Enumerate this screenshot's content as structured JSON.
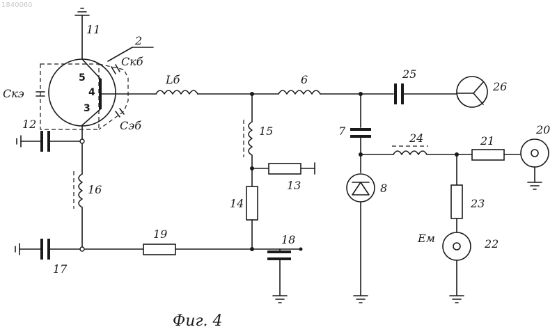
{
  "figure": {
    "corner_code": "1840060",
    "caption": "Фиг. 4"
  },
  "tube": {
    "pins": [
      "5",
      "4",
      "3"
    ],
    "labels": {
      "cka": "Cкэ",
      "ckb": "Cкб",
      "ceb": "Cэб",
      "lb": "Lб"
    }
  },
  "ref_numbers": {
    "n2": "2",
    "n6": "6",
    "n7": "7",
    "n8": "8",
    "n11": "11",
    "n12": "12",
    "n13": "13",
    "n14": "14",
    "n15": "15",
    "n16": "16",
    "n17": "17",
    "n18": "18",
    "n19": "19",
    "n20": "20",
    "n21": "21",
    "n22": "22",
    "n23": "23",
    "n24": "24",
    "n25": "25",
    "n26": "26"
  },
  "source": {
    "label": "Eм"
  }
}
